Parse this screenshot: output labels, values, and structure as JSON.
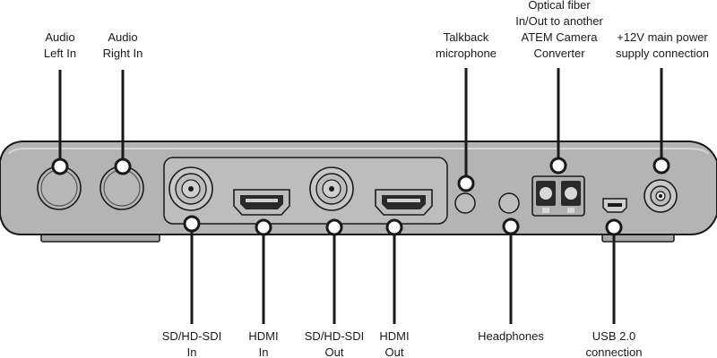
{
  "labels": {
    "audio_left": [
      "Audio",
      "Left In"
    ],
    "audio_right": [
      "Audio",
      "Right In"
    ],
    "talkback": [
      "Talkback",
      "microphone"
    ],
    "fiber": [
      "Optical fiber",
      "In/Out to another",
      "ATEM Camera",
      "Converter"
    ],
    "power": [
      "+12V main power",
      "supply connection"
    ],
    "sdi_in": [
      "SD/HD-SDI",
      "In"
    ],
    "hdmi_in": [
      "HDMI",
      "In"
    ],
    "sdi_out": [
      "SD/HD-SDI",
      "Out"
    ],
    "hdmi_out": [
      "HDMI",
      "Out"
    ],
    "headphones": [
      "Headphones"
    ],
    "usb": [
      "USB 2.0",
      "connection"
    ]
  },
  "colors": {
    "device_body": "#b4b4b4",
    "device_face": "#c4c4c4",
    "outline": "#1a1a1a",
    "recess": "#bdbdbd"
  }
}
